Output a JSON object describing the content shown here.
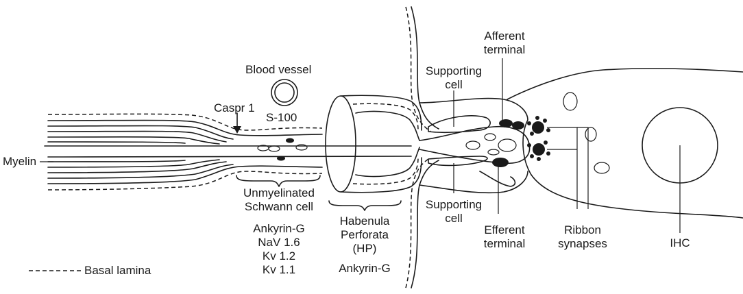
{
  "labels": {
    "myelin": "Myelin",
    "caspr": "Caspr 1",
    "blood_vessel": "Blood vessel",
    "s100": "S-100",
    "unmyelinated_line1": "Unmyelinated",
    "unmyelinated_line2": "Schwann cell",
    "schwann_markers": [
      "Ankyrin-G",
      "NaV 1.6",
      "Kv 1.2",
      "Kv 1.1"
    ],
    "hp_line1": "Habenula",
    "hp_line2": "Perforata",
    "hp_line3": "(HP)",
    "hp_marker": "Ankyrin-G",
    "supporting_top_line1": "Supporting",
    "supporting_top_line2": "cell",
    "supporting_bottom_line1": "Supporting",
    "supporting_bottom_line2": "cell",
    "afferent_line1": "Afferent",
    "afferent_line2": "terminal",
    "efferent_line1": "Efferent",
    "efferent_line2": "terminal",
    "ribbon_line1": "Ribbon",
    "ribbon_line2": "synapses",
    "ihc": "IHC",
    "basal_lamina": "Basal lamina"
  }
}
